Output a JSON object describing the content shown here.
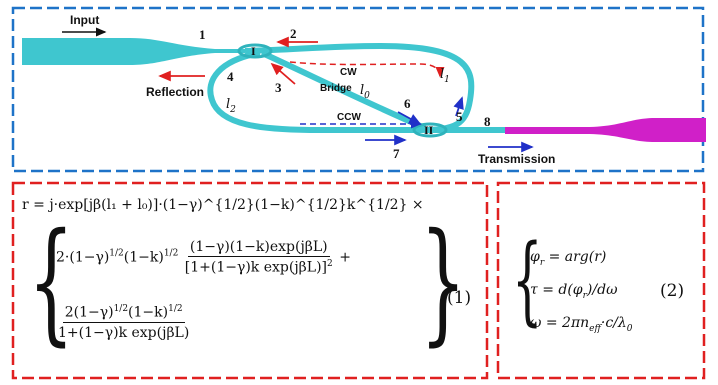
{
  "diagram": {
    "labels": {
      "input": "Input",
      "reflection": "Reflection",
      "transmission": "Transmission",
      "cw": "CW",
      "ccw": "CCW",
      "bridge": "Bridge",
      "l0": "l",
      "l0_sub": "0",
      "l1": "l",
      "l1_sub": "1",
      "l2": "l",
      "l2_sub": "2",
      "coupler_1": "I",
      "coupler_2": "II",
      "port_1": "1",
      "port_2": "2",
      "port_3": "3",
      "port_4": "4",
      "port_5": "5",
      "port_6": "6",
      "port_7": "7",
      "port_8": "8"
    },
    "colors": {
      "waveguide": "#3fc6cf",
      "taper_out": "#d020c8",
      "box_blue": "#1e73c8",
      "box_red": "#e02020",
      "arrow_red": "#e02020",
      "arrow_blue": "#2030c8",
      "arrow_black": "#111111"
    }
  },
  "equation1": {
    "line1": "r = j·exp[jβ(l₁ + l₀)]·(1−γ)^{1/2}(1−k)^{1/2}k^{1/2} ×",
    "term1_coef": "2·(1−γ)",
    "term1_exp": "1/2",
    "term1_coef2": "(1−k)",
    "term1_exp2": "1/2",
    "term1_num": "(1−γ)(1−k)exp(jβL)",
    "term1_den": "[1+(1−γ)k exp(jβL)]",
    "term1_den_exp": "2",
    "plus": "+",
    "term2_num": "2(1−γ)",
    "term2_num_exp": "1/2",
    "term2_num2": "(1−k)",
    "term2_num2_exp": "1/2",
    "term2_den": "1+(1−γ)k exp(jβL)",
    "number": "(1)"
  },
  "equation2": {
    "line1": "φ",
    "line1_sub": "r",
    "line1_rest": " = arg(r)",
    "line2": "τ = d(φ",
    "line2_sub": "r",
    "line2_rest": ")/dω",
    "line3": "ω = 2πn",
    "line3_sub": "eff",
    "line3_rest": "·c/λ",
    "line3_sub2": "0",
    "number": "(2)"
  }
}
